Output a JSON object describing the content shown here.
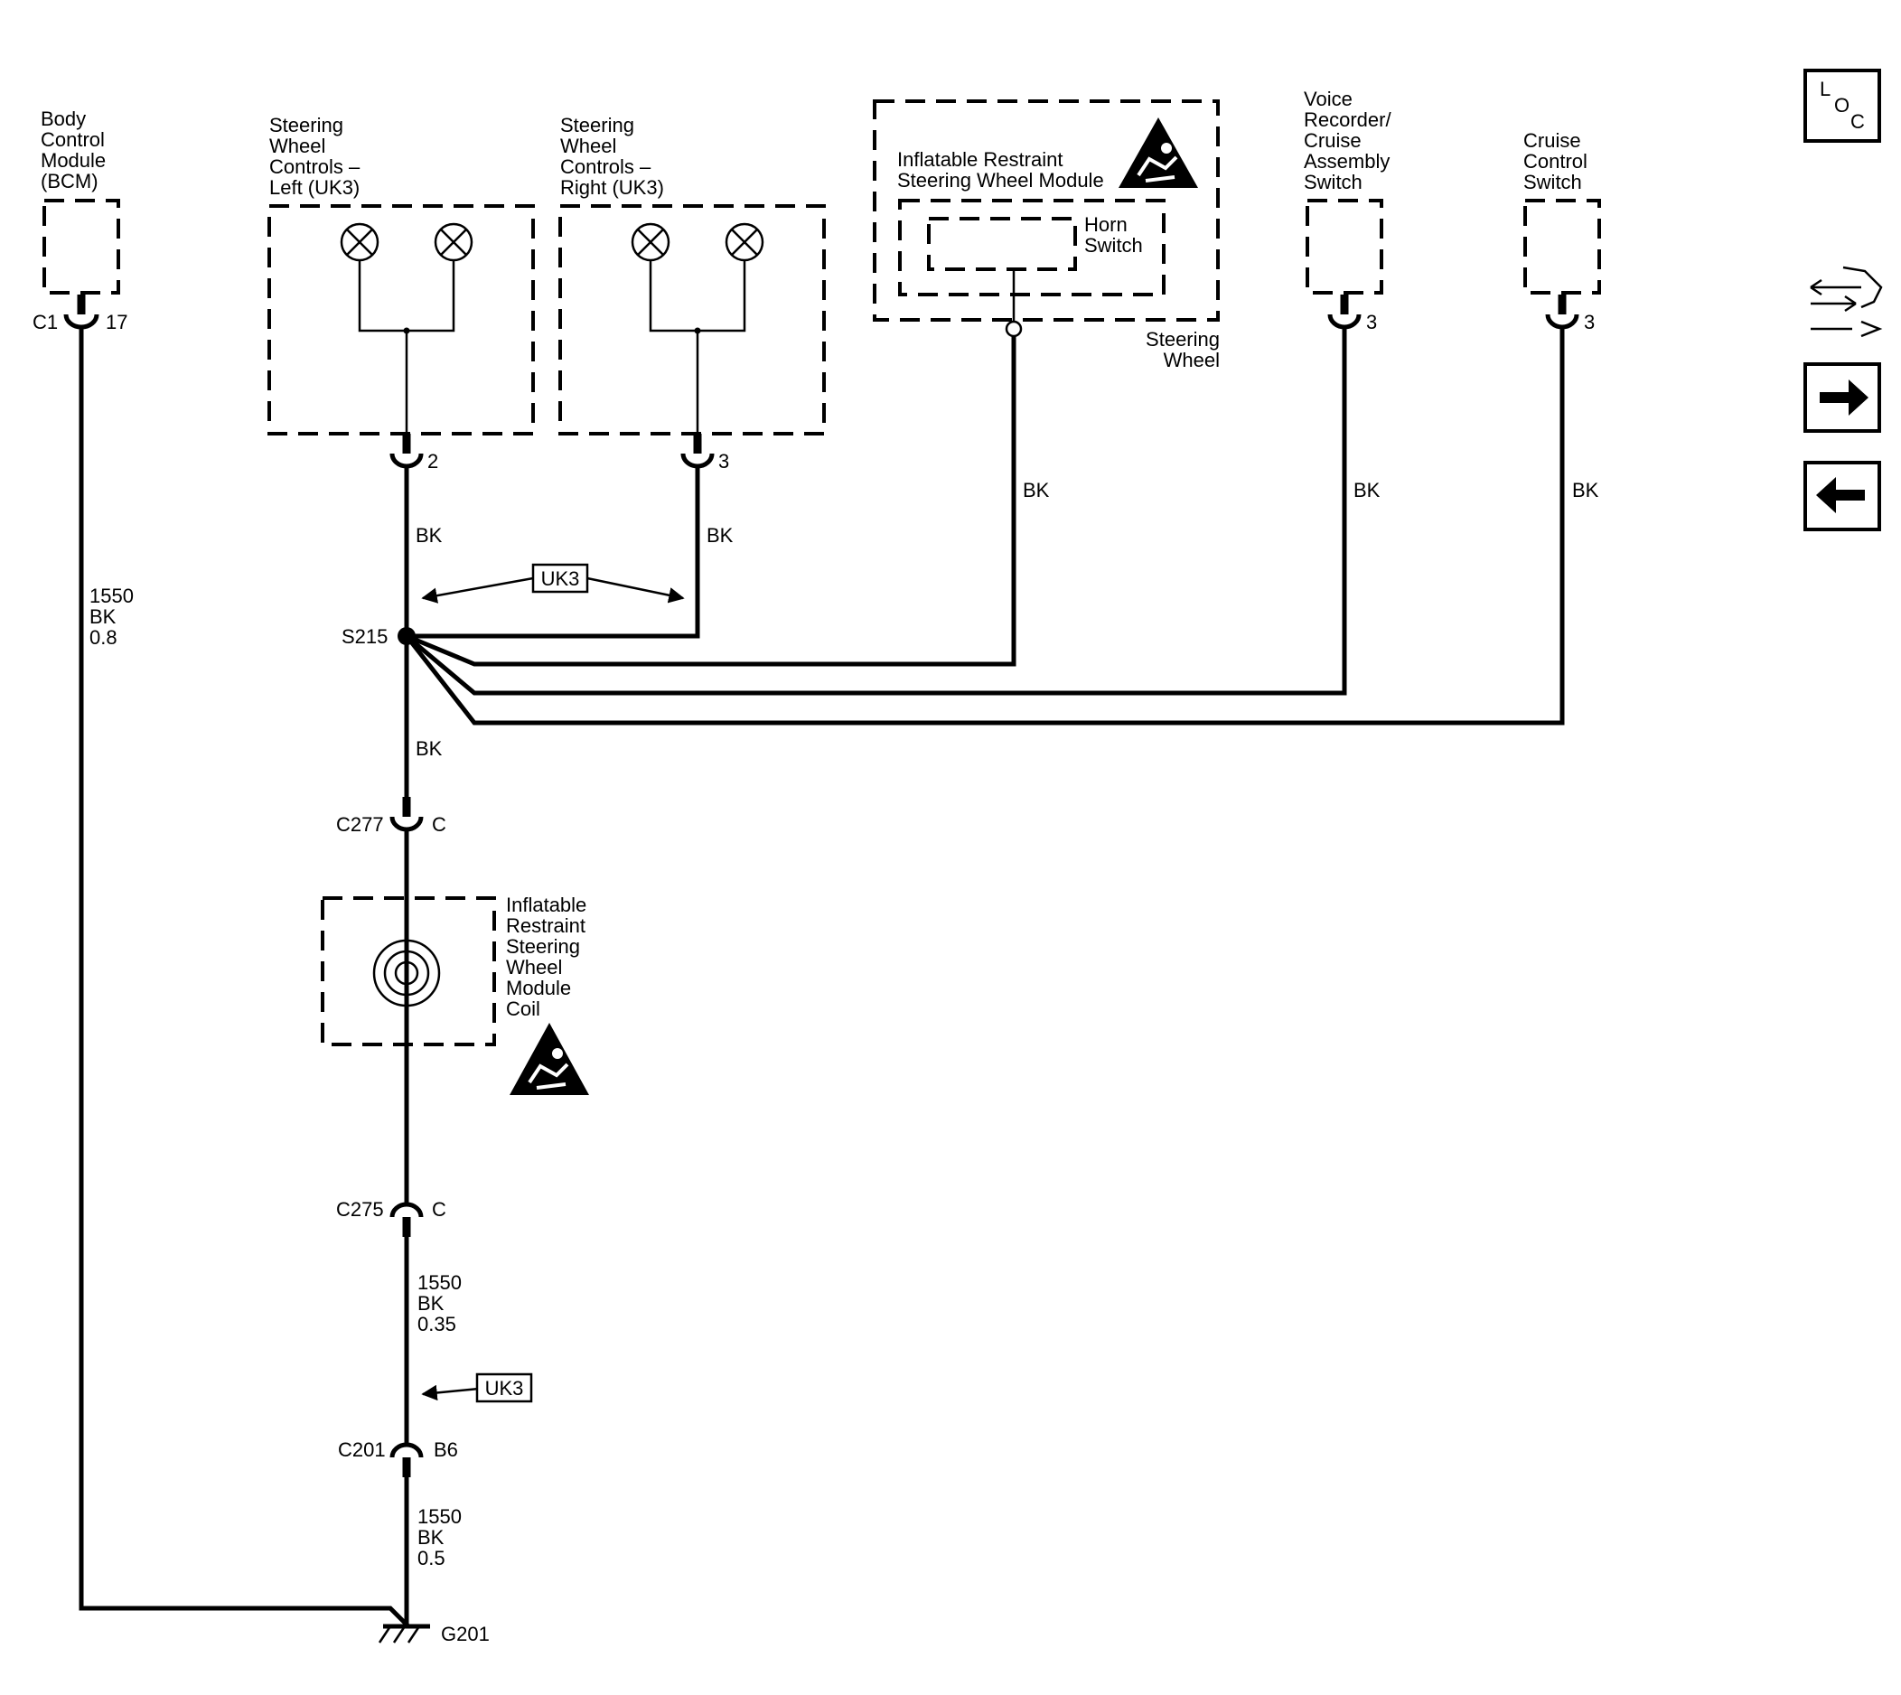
{
  "components": {
    "bcm": [
      "Body",
      "Control",
      "Module",
      "(BCM)"
    ],
    "swc_left": [
      "Steering",
      "Wheel",
      "Controls –",
      "Left (UK3)"
    ],
    "swc_right": [
      "Steering",
      "Wheel",
      "Controls –",
      "Right (UK3)"
    ],
    "ir_module": [
      "Inflatable Restraint",
      "Steering Wheel Module"
    ],
    "horn_switch": [
      "Horn",
      "Switch"
    ],
    "steering_wheel": [
      "Steering",
      "Wheel"
    ],
    "voice_recorder": [
      "Voice",
      "Recorder/",
      "Cruise",
      "Assembly",
      "Switch"
    ],
    "cruise_switch": [
      "Cruise",
      "Control",
      "Switch"
    ],
    "ir_coil": [
      "Inflatable",
      "Restraint",
      "Steering",
      "Wheel",
      "Module",
      "Coil"
    ]
  },
  "connectors": {
    "bcm_conn": "C1",
    "bcm_pin": "17",
    "swc_left_pin": "2",
    "swc_right_pin": "3",
    "voice_pin": "3",
    "cruise_pin": "3",
    "c277": "C277",
    "c277_pin": "C",
    "c275": "C275",
    "c275_pin": "C",
    "c201": "C201",
    "c201_pin": "B6"
  },
  "wires": {
    "bcm_circuit": [
      "1550",
      "BK",
      "0.8"
    ],
    "swc_left_color": "BK",
    "swc_right_color": "BK",
    "horn_color": "BK",
    "voice_color": "BK",
    "cruise_color": "BK",
    "s215_down_color": "BK",
    "c275_c201_circuit": [
      "1550",
      "BK",
      "0.35"
    ],
    "c201_g201_circuit": [
      "1550",
      "BK",
      "0.5"
    ]
  },
  "splice": "S215",
  "ground": "G201",
  "options": {
    "uk3_top": "UK3",
    "uk3_bottom": "UK3"
  },
  "nav_buttons": {
    "loc": [
      "L",
      "O",
      "C"
    ],
    "icons": [
      "connector-end-view-icon",
      "arrow-right-icon",
      "arrow-left-icon"
    ]
  }
}
